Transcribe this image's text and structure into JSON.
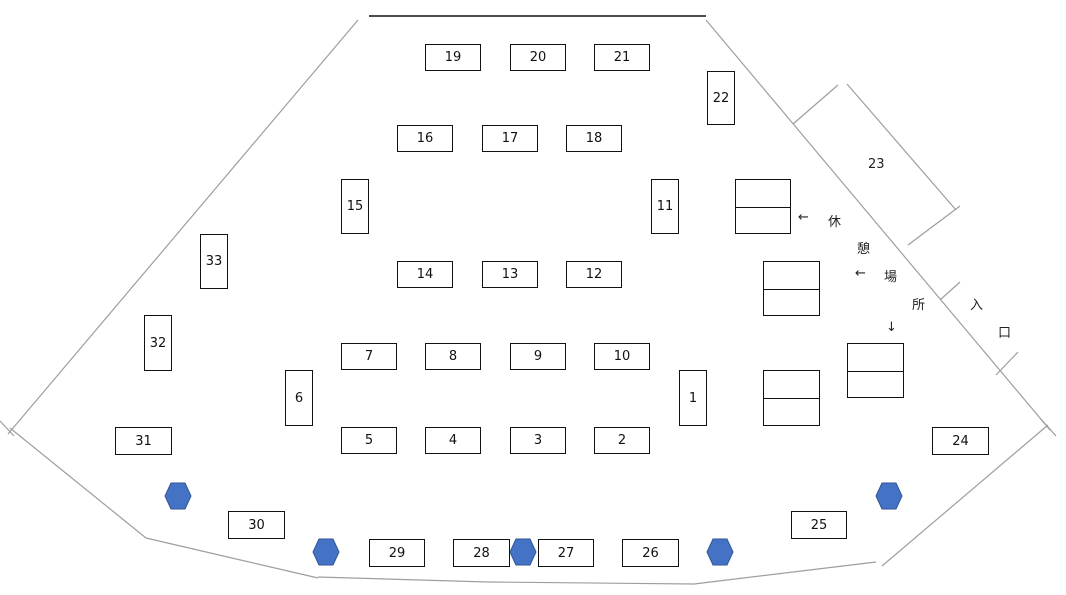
{
  "booths": [
    {
      "id": "booth-1",
      "label": "1"
    },
    {
      "id": "booth-2",
      "label": "2"
    },
    {
      "id": "booth-3",
      "label": "3"
    },
    {
      "id": "booth-4",
      "label": "4"
    },
    {
      "id": "booth-5",
      "label": "5"
    },
    {
      "id": "booth-6",
      "label": "6"
    },
    {
      "id": "booth-7",
      "label": "7"
    },
    {
      "id": "booth-8",
      "label": "8"
    },
    {
      "id": "booth-9",
      "label": "9"
    },
    {
      "id": "booth-10",
      "label": "10"
    },
    {
      "id": "booth-11",
      "label": "11"
    },
    {
      "id": "booth-12",
      "label": "12"
    },
    {
      "id": "booth-13",
      "label": "13"
    },
    {
      "id": "booth-14",
      "label": "14"
    },
    {
      "id": "booth-15",
      "label": "15"
    },
    {
      "id": "booth-16",
      "label": "16"
    },
    {
      "id": "booth-17",
      "label": "17"
    },
    {
      "id": "booth-18",
      "label": "18"
    },
    {
      "id": "booth-19",
      "label": "19"
    },
    {
      "id": "booth-20",
      "label": "20"
    },
    {
      "id": "booth-21",
      "label": "21"
    },
    {
      "id": "booth-22",
      "label": "22"
    },
    {
      "id": "booth-23",
      "label": "23"
    },
    {
      "id": "booth-24",
      "label": "24"
    },
    {
      "id": "booth-25",
      "label": "25"
    },
    {
      "id": "booth-26",
      "label": "26"
    },
    {
      "id": "booth-27",
      "label": "27"
    },
    {
      "id": "booth-28",
      "label": "28"
    },
    {
      "id": "booth-29",
      "label": "29"
    },
    {
      "id": "booth-30",
      "label": "30"
    },
    {
      "id": "booth-31",
      "label": "31"
    },
    {
      "id": "booth-32",
      "label": "32"
    },
    {
      "id": "booth-33",
      "label": "33"
    }
  ],
  "labels": {
    "arrow1": "←",
    "rest1": "休",
    "rest2": "憩",
    "arrow2": "←",
    "rest3": "場",
    "rest4": "所",
    "arrow3": "↓",
    "entrance1": "入",
    "entrance2": "口"
  },
  "colors": {
    "hexagon": "#4472c4",
    "outline": "#9e9e9e"
  }
}
